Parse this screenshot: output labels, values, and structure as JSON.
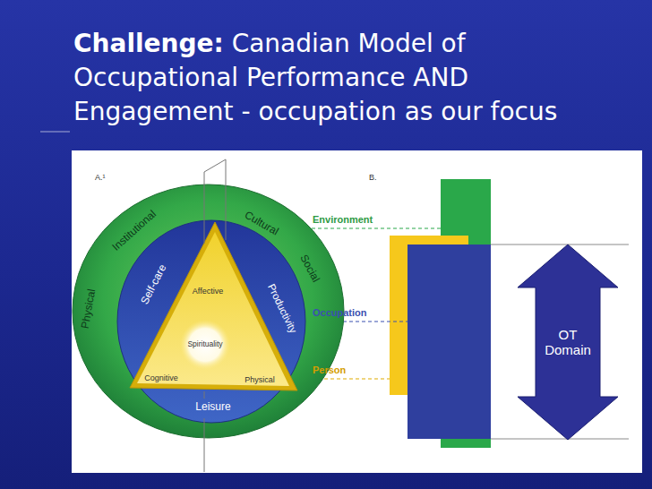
{
  "diagram": {
    "title": "Challenge: Canadian Model of Occupational Performance AND Engagement - occupation as our focus",
    "nodes": [
      {
        "text": [
          "Physical",
          "Institutional",
          "Cultural",
          "Social"
        ]
      },
      {
        "text": [
          "Self-care",
          "Productivity",
          "Leisure"
        ],
        "in": 0
      },
      {
        "text": [
          "Affective",
          "Cognitive",
          "Physical"
        ],
        "in": 1
      },
      {
        "text": [
          "Spirituality"
        ],
        "in": 2
      },
      {
        "text": [
          "OT Domain"
        ]
      }
    ],
    "labels": [
      "A.¹",
      "B.",
      "Environment",
      "Occupation",
      "Person"
    ]
  }
}
